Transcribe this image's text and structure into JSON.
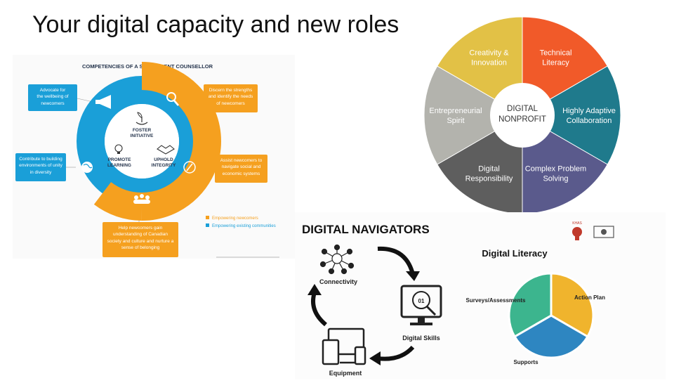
{
  "slide": {
    "title": "Your digital capacity and new roles"
  },
  "settlement": {
    "heading": "COMPETENCIES OF A SETTLEMENT COUNSELLOR",
    "center": {
      "foster": [
        "FOSTER",
        "INITIATIVE"
      ],
      "promote": [
        "PROMOTE",
        "LEARNING"
      ],
      "uphold": [
        "UPHOLD",
        "INTEGRITY"
      ]
    },
    "boxes": {
      "advocate": [
        "Advocate for",
        "the wellbeing of",
        "newcomers"
      ],
      "discern": [
        "Discern the strengths",
        "and identify the needs",
        "of newcomers"
      ],
      "contribute": [
        "Contribute to building",
        "environments of unity",
        "in diversity"
      ],
      "assist": [
        "Assist newcomers to",
        "navigate social and",
        "economic systems"
      ],
      "help": [
        "Help newcomers gain",
        "understanding of Canadian",
        "society and culture and nurture a",
        "sense of belonging"
      ]
    },
    "legend": {
      "orange": "Empowering newcomers",
      "blue": "Empowering existing communities"
    },
    "colors": {
      "orange": "#f5a01f",
      "blue": "#1a9fd8"
    }
  },
  "nonprofit": {
    "center": [
      "DIGITAL",
      "NONPROFIT"
    ],
    "segments": [
      {
        "lines": [
          "Technical",
          "Literacy"
        ],
        "color": "#f15a29"
      },
      {
        "lines": [
          "Highly Adaptive",
          "Collaboration"
        ],
        "color": "#1f7a8c"
      },
      {
        "lines": [
          "Complex Problem",
          "Solving"
        ],
        "color": "#5a5a8c"
      },
      {
        "lines": [
          "Digital",
          "Responsibility"
        ],
        "color": "#5e5e5e"
      },
      {
        "lines": [
          "Entrepreneurial",
          "Spirit"
        ],
        "color": "#b3b3ad"
      },
      {
        "lines": [
          "Creativity &",
          "Innovation"
        ],
        "color": "#e2c146"
      }
    ]
  },
  "navigators": {
    "title": "DIGITAL NAVIGATORS",
    "logo_text": "KHAS",
    "cycle": {
      "connectivity": "Connectivity",
      "digital_skills": "Digital Skills",
      "equipment": "Equipment"
    },
    "literacy": {
      "title": "Digital Literacy",
      "labels": {
        "surveys": "Surveys/Assessments",
        "action": "Action Plan",
        "supports": "Supports"
      },
      "colors": {
        "yellow": "#f0b42d",
        "blue": "#2e86c1",
        "green": "#3cb58e"
      }
    }
  }
}
